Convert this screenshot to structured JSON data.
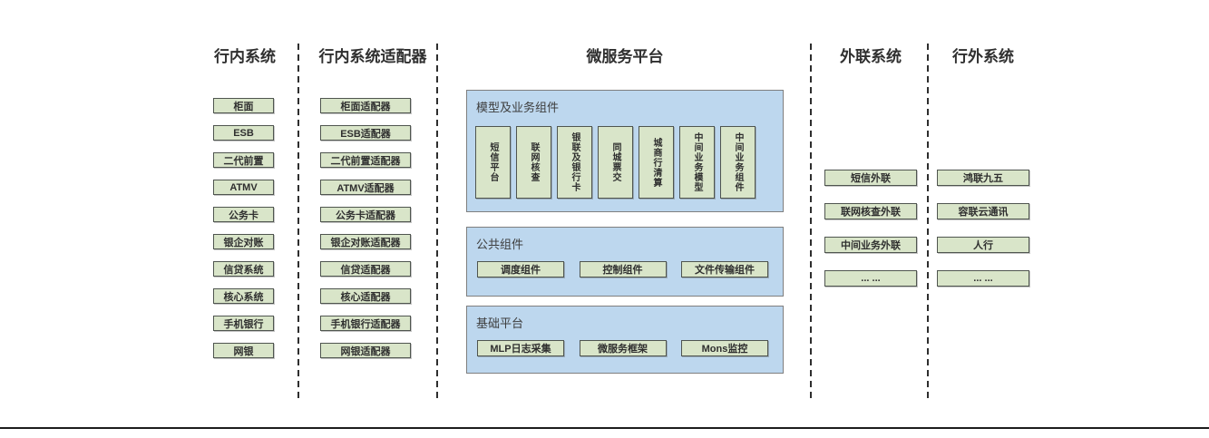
{
  "diagram": {
    "columns": {
      "internal": {
        "title": "行内系统",
        "items": [
          "柜面",
          "ESB",
          "二代前置",
          "ATMV",
          "公务卡",
          "银企对账",
          "信贷系统",
          "核心系统",
          "手机银行",
          "网银"
        ]
      },
      "adapters": {
        "title": "行内系统适配器",
        "items": [
          "柜面适配器",
          "ESB适配器",
          "二代前置适配器",
          "ATMV适配器",
          "公务卡适配器",
          "银企对账适配器",
          "信贷适配器",
          "核心适配器",
          "手机银行适配器",
          "网银适配器"
        ]
      },
      "platform": {
        "title": "微服务平台",
        "groups": [
          {
            "label": "模型及业务组件",
            "items": [
              "短信平台",
              "联网核查",
              "银联及银行卡",
              "同城票交",
              "城商行清算",
              "中间业务模型",
              "中间业务组件"
            ]
          },
          {
            "label": "公共组件",
            "items": [
              "调度组件",
              "控制组件",
              "文件传输组件"
            ]
          },
          {
            "label": "基础平台",
            "items": [
              "MLP日志采集",
              "微服务框架",
              "Mons监控"
            ]
          }
        ]
      },
      "external_link": {
        "title": "外联系统",
        "items": [
          "短信外联",
          "联网核查外联",
          "中间业务外联",
          "... ..."
        ]
      },
      "outside": {
        "title": "行外系统",
        "items": [
          "鸿联九五",
          "容联云通讯",
          "人行",
          "... ..."
        ]
      }
    },
    "colors": {
      "node_fill": "#d9e5c9",
      "node_border": "#4f554f",
      "group_fill": "#bdd7ee",
      "group_border": "#7f7f7f"
    }
  }
}
